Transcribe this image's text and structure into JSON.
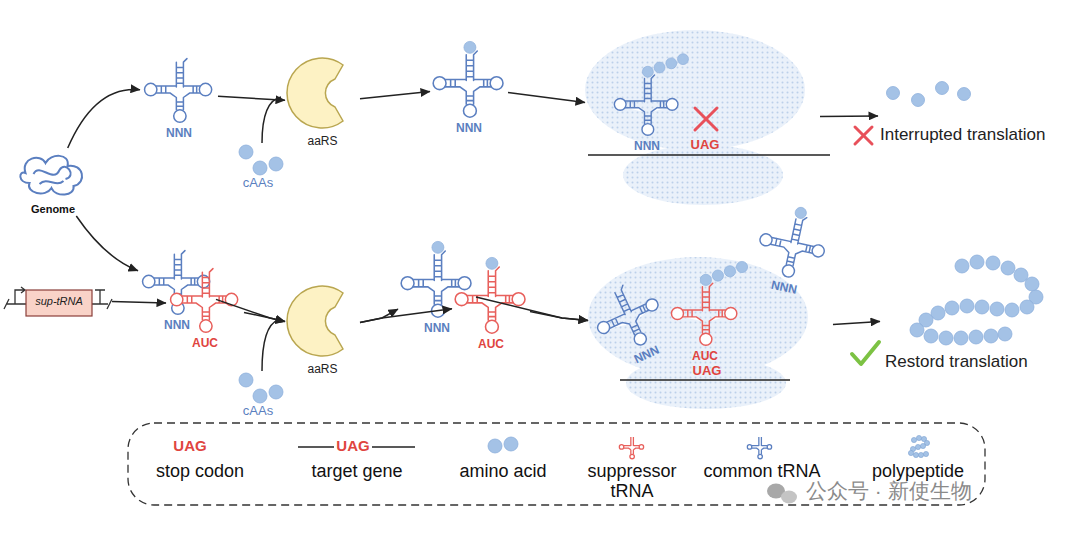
{
  "diagram": {
    "nodes": [
      {
        "text": [
          "Genome"
        ]
      },
      {
        "text": [
          "sup-tRNA"
        ]
      },
      {
        "text": [
          "NNN"
        ]
      },
      {
        "text": [
          "aaRS"
        ]
      },
      {
        "text": [
          "NNN"
        ]
      },
      {
        "text": [
          "UAG"
        ]
      },
      {
        "text": [
          "NNN"
        ],
        "in": 5
      },
      {
        "text": [
          "Interrupted translation"
        ]
      },
      {
        "text": [
          "NNN"
        ]
      },
      {
        "text": [
          "AUC"
        ]
      },
      {
        "text": [
          "aaRS"
        ]
      },
      {
        "text": [
          "NNN"
        ]
      },
      {
        "text": [
          "AUC"
        ]
      },
      {
        "text": [
          "UAG"
        ]
      },
      {
        "text": [
          "NNN"
        ],
        "in": 13
      },
      {
        "text": [
          "AUC"
        ],
        "in": 13
      },
      {
        "text": [
          "NNN"
        ],
        "in": 13
      },
      {
        "text": [
          "Restord translation"
        ]
      }
    ],
    "edges": [
      {
        "from": 0,
        "to": 2,
        "arrow": "to"
      },
      {
        "from": 2,
        "to": 3,
        "arrow": "to"
      },
      {
        "from": 3,
        "to": 4,
        "arrow": "to"
      },
      {
        "from": 4,
        "to": 5,
        "arrow": "to"
      },
      {
        "from": 5,
        "to": 7,
        "arrow": "to"
      },
      {
        "from": 0,
        "to": 8,
        "arrow": "to"
      },
      {
        "from": 1,
        "to": 9,
        "arrow": "to"
      },
      {
        "from": 8,
        "to": 10,
        "arrow": "to"
      },
      {
        "from": 9,
        "to": 10,
        "arrow": "to"
      },
      {
        "from": 10,
        "to": 11,
        "arrow": "to"
      },
      {
        "from": 10,
        "to": 12,
        "arrow": "to"
      },
      {
        "from": 11,
        "to": 13,
        "arrow": "to"
      },
      {
        "from": 12,
        "to": 13,
        "arrow": "to"
      },
      {
        "from": 13,
        "to": 17,
        "arrow": "to"
      }
    ],
    "labels": [
      "cAAs",
      "cAAs",
      "UAG",
      "UAG",
      "公众号 · 新使生物"
    ],
    "legend": [
      {
        "text": "stop codon"
      },
      {
        "text": "target gene"
      },
      {
        "text": "amino acid",
        "color": "#a4c2e6"
      },
      {
        "text": "suppressor tRNA"
      },
      {
        "text": "common tRNA"
      },
      {
        "text": "polypeptide"
      }
    ]
  }
}
